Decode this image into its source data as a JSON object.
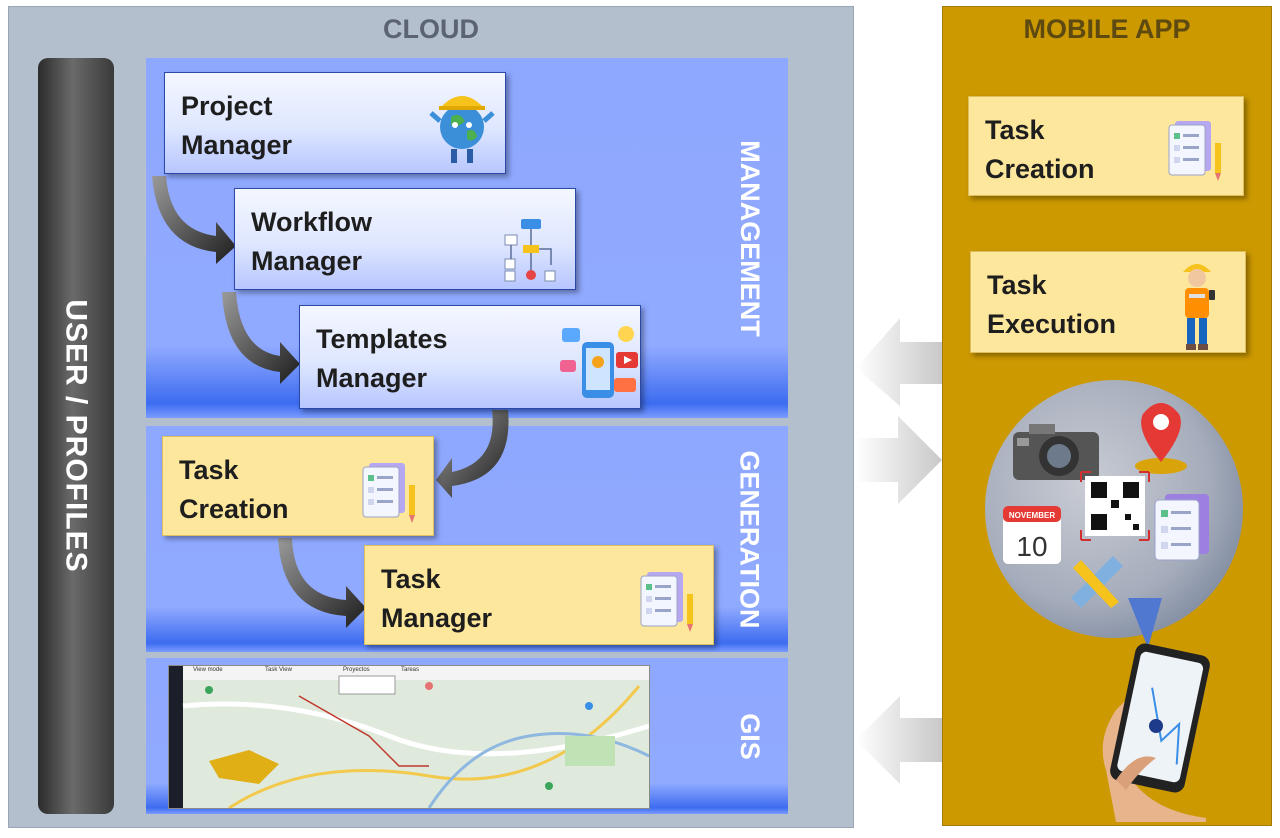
{
  "cloud": {
    "title": "CLOUD",
    "profiles_label": "USER / PROFILES",
    "sections": {
      "management": "MANAGEMENT",
      "generation": "GENERATION",
      "gis": "GIS"
    },
    "management": {
      "project_manager": {
        "line1": "Project",
        "line2": "Manager",
        "icon": "globe-worker-icon"
      },
      "workflow_manager": {
        "line1": "Workflow",
        "line2": "Manager",
        "icon": "flowchart-icon"
      },
      "templates_manager": {
        "line1": "Templates",
        "line2": "Manager",
        "icon": "social-media-phone-icon"
      }
    },
    "generation": {
      "task_creation": {
        "line1": "Task",
        "line2": "Creation",
        "icon": "checklist-pencil-icon"
      },
      "task_manager": {
        "line1": "Task",
        "line2": "Manager",
        "icon": "checklist-pencil-icon"
      }
    },
    "gis": {
      "map_toolbar": {
        "view_mode": "View mode",
        "task_view": "Task View",
        "projects": "Proyectos",
        "tasks": "Tareas"
      }
    }
  },
  "mobile": {
    "title": "MOBILE APP",
    "task_creation": {
      "line1": "Task",
      "line2": "Creation",
      "icon": "checklist-pencil-icon"
    },
    "task_execution": {
      "line1": "Task",
      "line2": "Execution",
      "icon": "worker-with-phone-icon"
    },
    "features": {
      "icons": [
        "camera-icon",
        "location-pin-icon",
        "qr-code-icon",
        "calendar-icon",
        "checklist-icon",
        "ruler-pencil-icon",
        "smartphone-map-icon"
      ],
      "calendar_month": "NOVEMBER",
      "calendar_day": "10"
    }
  },
  "colors": {
    "cloud_bg": "#b4bfce",
    "mobile_bg": "#cc9900",
    "panel_blue": "#8fa8ff",
    "task_yellow": "#fde79c"
  }
}
